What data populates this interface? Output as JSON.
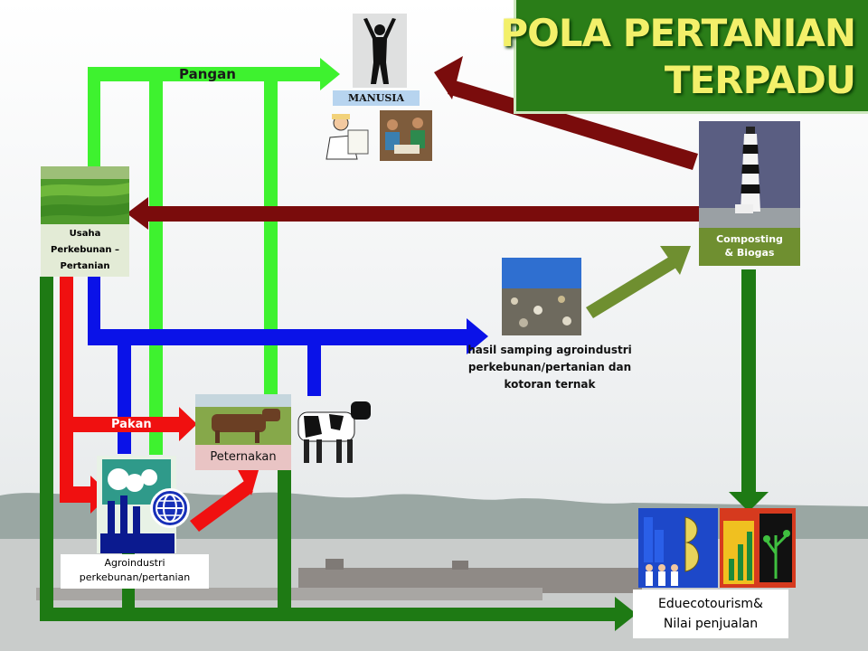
{
  "title": {
    "line1": "POLA PERTANIAN",
    "line2": "TERPADU"
  },
  "nodes": {
    "manusia": "MANUSIA",
    "usaha": {
      "line1": "Usaha",
      "line2": "Perkebunan –",
      "line3": "Pertanian"
    },
    "composting": {
      "line1": "Composting",
      "line2": "& Biogas"
    },
    "hasil": {
      "line1": "hasil samping agroindustri",
      "line2": "perkebunan/pertanian dan",
      "line3": "kotoran ternak"
    },
    "peternakan": "Peternakan",
    "agro": {
      "line1": "Agroindustri",
      "line2": "perkebunan/pertanian"
    },
    "edu": {
      "line1": "Eduecotourism&",
      "line2": "Nilai penjualan"
    }
  },
  "flow_labels": {
    "pangan": "Pangan",
    "pakan": "Pakan"
  },
  "colors": {
    "title_bg": "#2a7d18",
    "title_text": "#f3f06a",
    "pangan_green": "#3ef22f",
    "food_dark_green": "#1e7a14",
    "maroon": "#7a0c0c",
    "blue": "#0a12e8",
    "red": "#f01010",
    "olive": "#6f8f30"
  }
}
